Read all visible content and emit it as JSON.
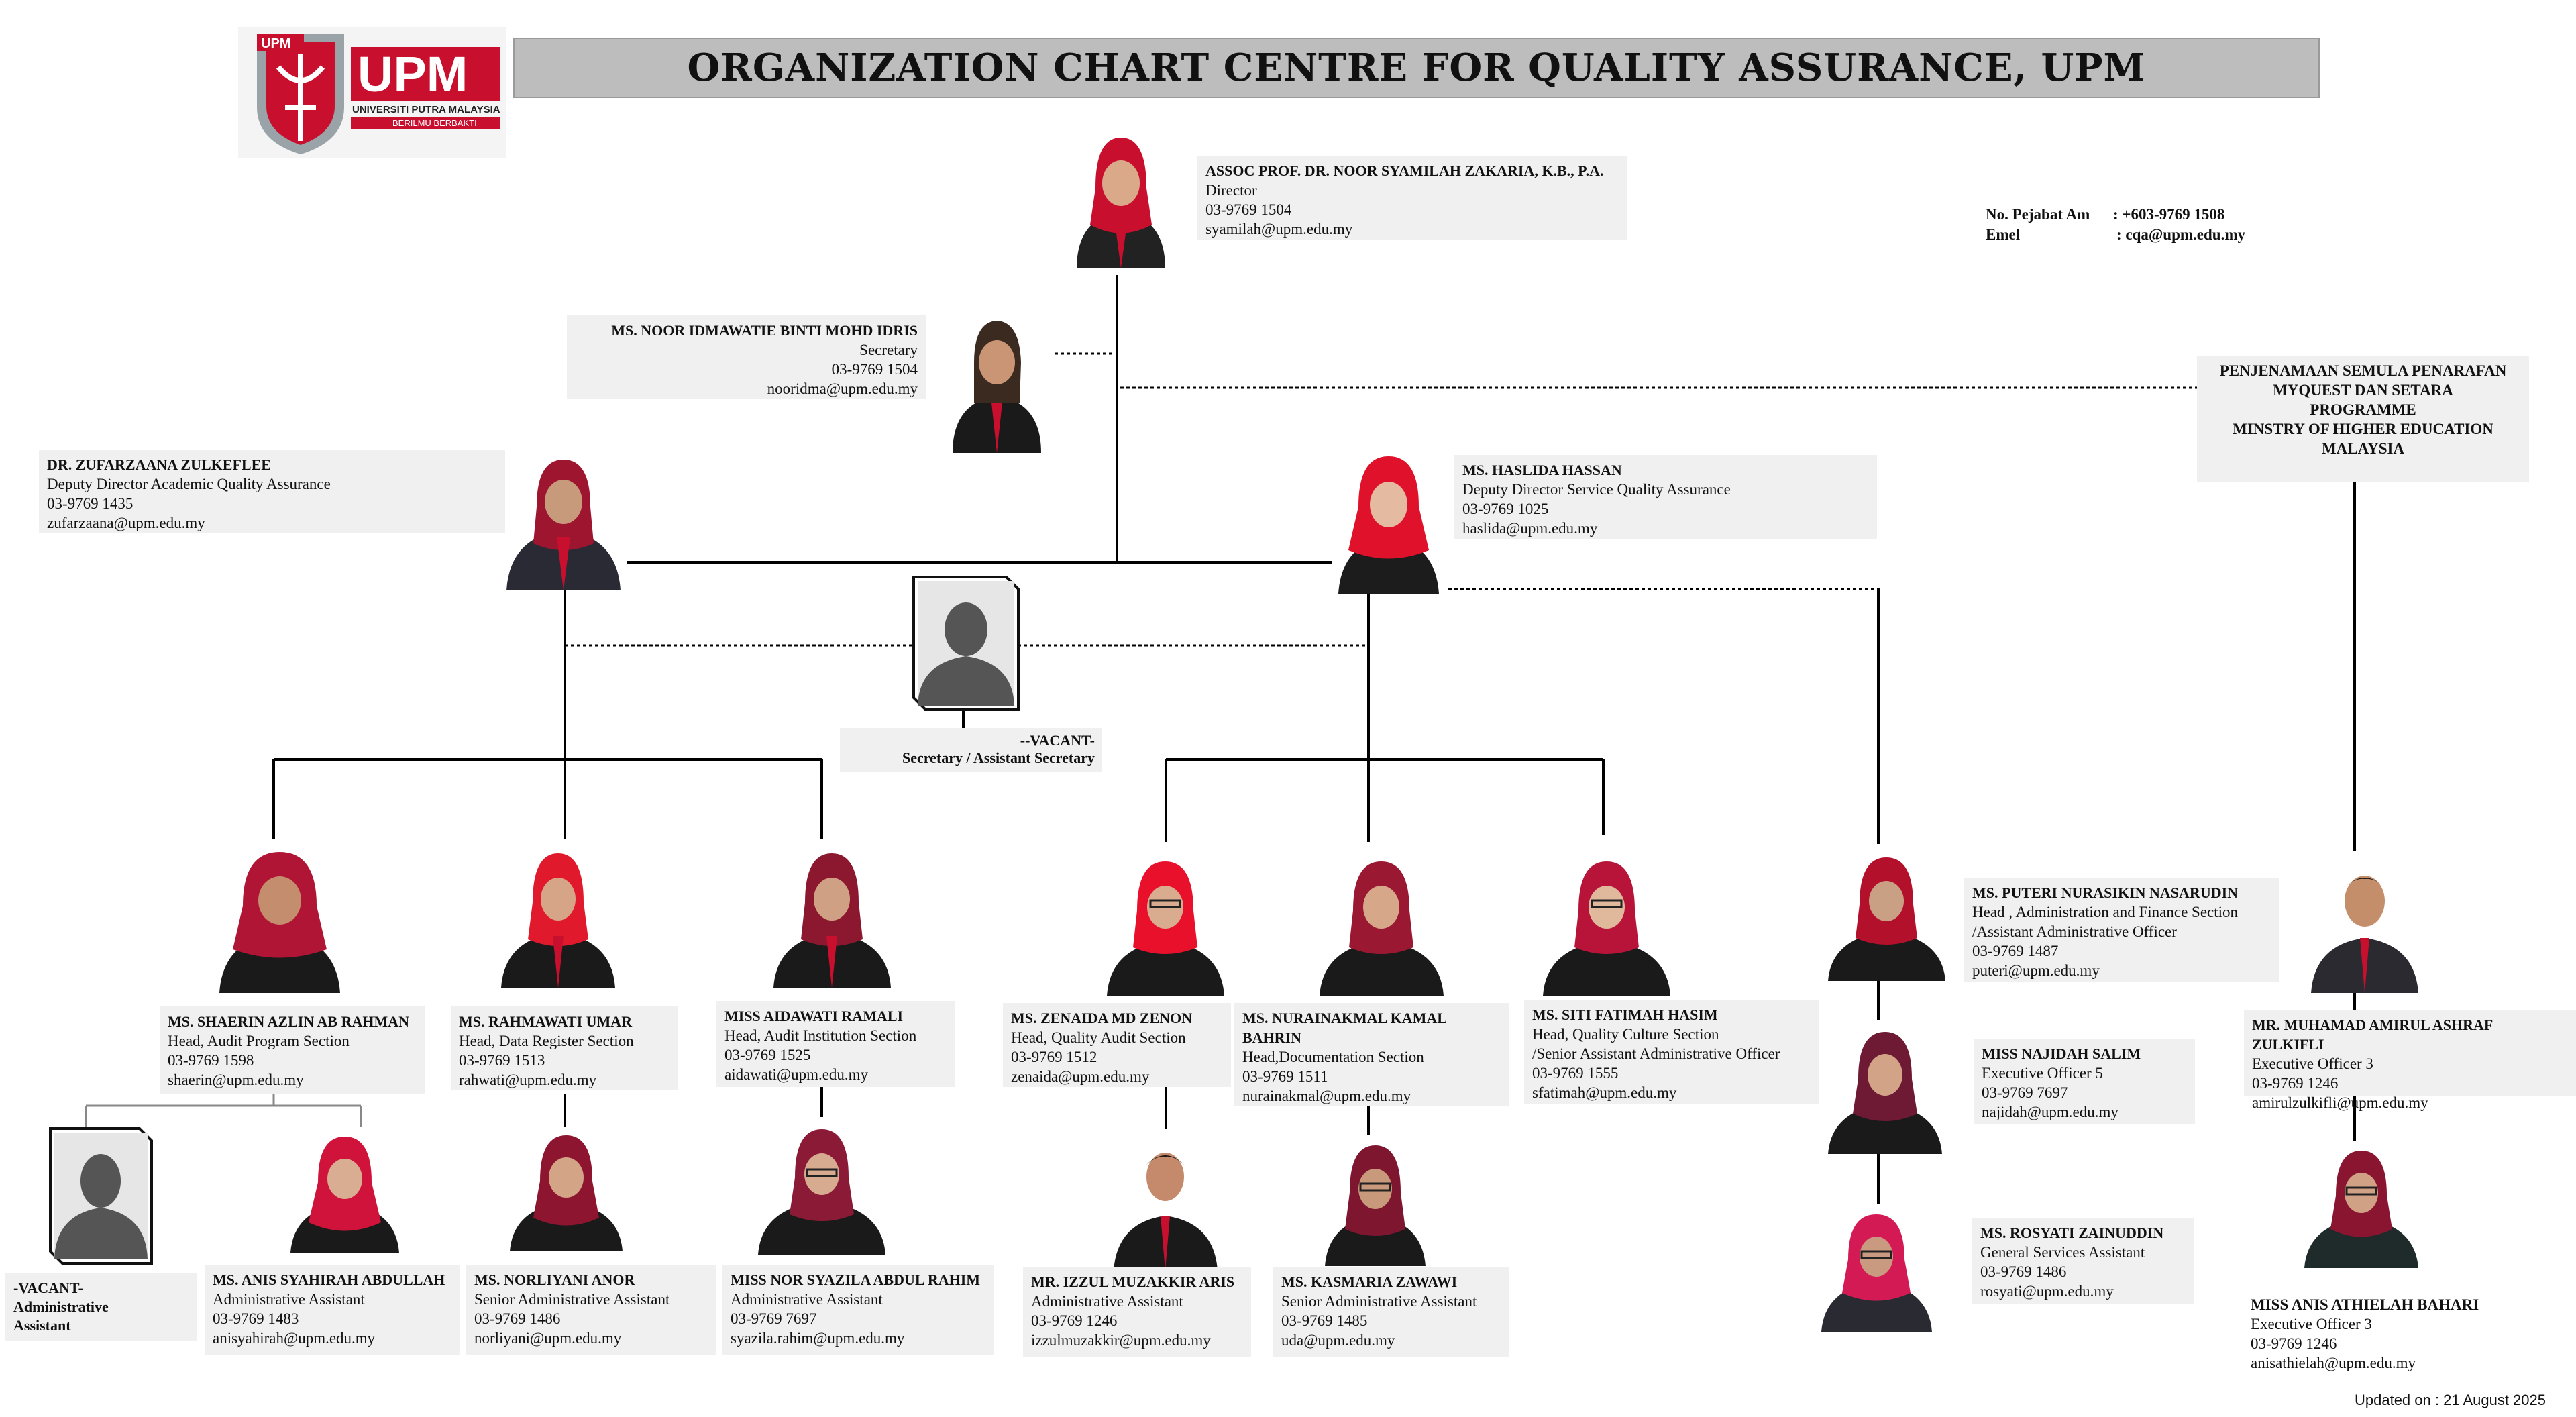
{
  "header": {
    "title": "ORGANIZATION CHART CENTRE FOR QUALITY ASSURANCE, UPM",
    "logo_abbr": "UPM",
    "logo_name": "UNIVERSITI PUTRA MALAYSIA",
    "logo_tagline": "BERILMU BERBAKTI"
  },
  "contact": {
    "office_label": "No. Pejabat Am",
    "office_value": ": +603-9769 1508",
    "email_label": "Emel",
    "email_value": ": cqa@upm.edu.my"
  },
  "external": {
    "line1": "PENJENAMAAN SEMULA PENARAFAN",
    "line2": "MYQUEST DAN SETARA",
    "line3": "PROGRAMME",
    "line4": "MINSTRY OF HIGHER EDUCATION",
    "line5": "MALAYSIA"
  },
  "people": {
    "director": {
      "name": "ASSOC PROF. DR. NOOR SYAMILAH ZAKARIA, K.B., P.A.",
      "role": "Director",
      "phone": "03-9769 1504",
      "email": "syamilah@upm.edu.my"
    },
    "secretary": {
      "name": "MS. NOOR IDMAWATIE BINTI MOHD IDRIS",
      "role": "Secretary",
      "phone": "03-9769 1504",
      "email": "nooridma@upm.edu.my"
    },
    "dd_academic": {
      "name": "DR. ZUFARZAANA ZULKEFLEE",
      "role": "Deputy Director Academic Quality Assurance",
      "phone": "03-9769 1435",
      "email": "zufarzaana@upm.edu.my"
    },
    "dd_service": {
      "name": "MS. HASLIDA HASSAN",
      "role": "Deputy Director  Service Quality Assurance",
      "phone": "03-9769 1025",
      "email": "haslida@upm.edu.my"
    },
    "vacant_secretary": {
      "line1": "--VACANT-",
      "line2": "Secretary / Assistant Secretary"
    },
    "shaerin": {
      "name": "MS. SHAERIN AZLIN AB RAHMAN",
      "role": "Head, Audit Program Section",
      "phone": "03-9769 1598",
      "email": "shaerin@upm.edu.my"
    },
    "rahmawati": {
      "name": "MS. RAHMAWATI UMAR",
      "role": "Head, Data Register Section",
      "phone": "03-9769 1513",
      "email": "rahwati@upm.edu.my"
    },
    "aidawati": {
      "name": "MISS AIDAWATI RAMALI",
      "role": "Head, Audit Institution Section",
      "phone": "03-9769 1525",
      "email": "aidawati@upm.edu.my"
    },
    "zenaida": {
      "name": "MS. ZENAIDA MD ZENON",
      "role": "Head, Quality Audit Section",
      "phone": "03-9769 1512",
      "email": "zenaida@upm.edu.my"
    },
    "nurainakmal": {
      "name1": "MS. NURAINAKMAL KAMAL",
      "name2": "BAHRIN",
      "role": "Head,Documentation Section",
      "phone": "03-9769 1511",
      "email": "nurainakmal@upm.edu.my"
    },
    "fatimah": {
      "name": "MS. SITI FATIMAH HASIM",
      "role1": "Head, Quality Culture Section",
      "role2": " /Senior Assistant Administrative Officer",
      "phone": "03-9769 1555",
      "email": "sfatimah@upm.edu.my"
    },
    "puteri": {
      "name": "MS. PUTERI NURASIKIN  NASARUDIN",
      "role1": "Head , Administration and Finance Section",
      "role2": "/Assistant Administrative Officer",
      "phone": "03-9769 1487",
      "email": "puteri@upm.edu.my"
    },
    "najidah": {
      "name": "MISS NAJIDAH SALIM",
      "role": "Executive Officer 5",
      "phone": "03-9769 7697",
      "email": "najidah@upm.edu.my"
    },
    "rosyati": {
      "name": "MS. ROSYATI ZAINUDDIN",
      "role": "General Services Assistant",
      "phone": "03-9769 1486",
      "email": "rosyati@upm.edu.my"
    },
    "amirul": {
      "name": "MR. MUHAMAD AMIRUL ASHRAF ZULKIFLI",
      "role": "Executive Officer 3",
      "phone": "03-9769 1246",
      "email": "amirulzulkifli@upm.edu.my"
    },
    "athielah": {
      "name": "MISS ANIS ATHIELAH BAHARI",
      "role": "Executive Officer 3",
      "phone": "03-9769 1246",
      "email": "anisathielah@upm.edu.my"
    },
    "vacant_admin": {
      "line1": "-VACANT-",
      "line2": "Administrative",
      "line3": "Assistant"
    },
    "anis": {
      "name": "MS. ANIS SYAHIRAH ABDULLAH",
      "role": "Administrative Assistant",
      "phone": "03-9769 1483",
      "email": "anisyahirah@upm.edu.my"
    },
    "norliyani": {
      "name": "MS. NORLIYANI ANOR",
      "role": "Senior Administrative Assistant",
      "phone": "03-9769 1486",
      "email": "norliyani@upm.edu.my"
    },
    "syazila": {
      "name": "MISS NOR SYAZILA ABDUL RAHIM",
      "role": "Administrative Assistant",
      "phone": "03-9769 7697",
      "email": "syazila.rahim@upm.edu.my"
    },
    "izzul": {
      "name": "MR. IZZUL MUZAKKIR ARIS",
      "role": "Administrative Assistant",
      "phone": "03-9769 1246",
      "email": "izzulmuzakkir@upm.edu.my"
    },
    "kasmaria": {
      "name": "MS. KASMARIA ZAWAWI",
      "role": "Senior Administrative Assistant",
      "phone": "03-9769 1485",
      "email": "uda@upm.edu.my"
    }
  },
  "footer": {
    "updated": "Updated on : 21 August 2025"
  },
  "colors": {
    "accent": "#c8102e",
    "title_bg": "#bdbdbd",
    "box_bg": "#f0f0f0"
  }
}
